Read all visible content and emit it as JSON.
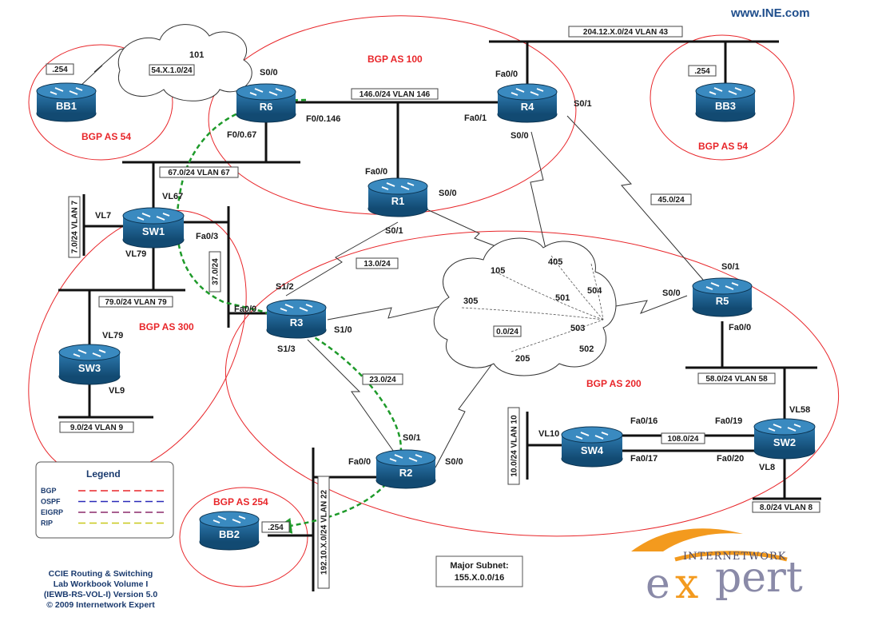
{
  "header": {
    "url": "www.INE.com"
  },
  "areas": {
    "as100": "BGP AS 100",
    "as54_left": "BGP AS 54",
    "as54_right": "BGP AS 54",
    "as300": "BGP AS 300",
    "as200": "BGP AS 200",
    "as254": "BGP AS 254"
  },
  "devices": {
    "bb1": "BB1",
    "r6": "R6",
    "r4": "R4",
    "bb3": "BB3",
    "r1": "R1",
    "sw1": "SW1",
    "r3": "R3",
    "sw3": "SW3",
    "r5": "R5",
    "sw4": "SW4",
    "sw2": "SW2",
    "r2": "R2",
    "bb2": "BB2"
  },
  "subnets": {
    "vlan43": "204.12.X.0/24 VLAN 43",
    "bb1_ip": ".254",
    "bb3_ip": ".254",
    "bb2_ip": ".254",
    "fr54": "54.X.1.0/24",
    "vlan146": "146.0/24 VLAN 146",
    "vlan67": "67.0/24 VLAN 67",
    "vlan7": "7.0/24 VLAN 7",
    "link37": "37.0/24",
    "vlan79": "79.0/24 VLAN 79",
    "vlan9": "9.0/24 VLAN 9",
    "link13": "13.0/24",
    "link45": "45.0/24",
    "fr0": "0.0/24",
    "link23": "23.0/24",
    "vlan58": "58.0/24 VLAN 58",
    "vlan10": "10.0/24 VLAN 10",
    "link108": "108.0/24",
    "vlan8": "8.0/24 VLAN 8",
    "vlan22": "192.10.X.0/24 VLAN 22"
  },
  "interfaces": {
    "dlci101": "101",
    "r6_s00": "S0/0",
    "r6_f0146": "F0/0.146",
    "r6_f067": "F0/0.67",
    "r4_fa00": "Fa0/0",
    "r4_s01": "S0/1",
    "r4_fa01": "Fa0/1",
    "r4_s00": "S0/0",
    "r1_fa00": "Fa0/0",
    "r1_s00": "S0/0",
    "r1_s01": "S0/1",
    "sw1_vl67": "VL67",
    "sw1_vl7": "VL7",
    "sw1_fa03": "Fa0/3",
    "sw1_vl79": "VL79",
    "sw3_vl79": "VL79",
    "sw3_vl9": "VL9",
    "r3_s12": "S1/2",
    "r3_fa00": "Fa0/0",
    "r3_s10": "S1/0",
    "r3_s13": "S1/3",
    "dlci105": "105",
    "dlci405": "405",
    "dlci504": "504",
    "dlci501": "501",
    "dlci305": "305",
    "dlci503": "503",
    "dlci502": "502",
    "dlci205": "205",
    "r5_s01": "S0/1",
    "r5_s00": "S0/0",
    "r5_fa00": "Fa0/0",
    "sw2_vl58": "VL58",
    "sw2_fa019": "Fa0/19",
    "sw2_fa020": "Fa0/20",
    "sw2_vl8": "VL8",
    "sw4_vl10": "VL10",
    "sw4_fa016": "Fa0/16",
    "sw4_fa017": "Fa0/17",
    "r2_s01": "S0/1",
    "r2_fa00": "Fa0/0",
    "r2_s00": "S0/0"
  },
  "legend": {
    "title": "Legend",
    "items": [
      {
        "label": "BGP",
        "color": "#e8262a"
      },
      {
        "label": "OSPF",
        "color": "#2a2ab8"
      },
      {
        "label": "EIGRP",
        "color": "#8b2a6b"
      },
      {
        "label": "RIP",
        "color": "#c8c81a"
      }
    ]
  },
  "major_subnet": {
    "line1": "Major Subnet:",
    "line2": "155.X.0.0/16"
  },
  "footer": {
    "line1": "CCIE Routing & Switching",
    "line2": "Lab Workbook Volume I",
    "line3": "(IEWB-RS-VOL-I) Version 5.0",
    "line4": "© 2009 Internetwork Expert"
  },
  "logo": {
    "small": "INTERNETWORK",
    "big_e": "e",
    "big_x": "x",
    "big_rest": "pert"
  },
  "colors": {
    "as_ring": "#e8262a",
    "device": "#1f5f8f",
    "path": "#1e9a2a",
    "text": "#1a1a1a"
  }
}
